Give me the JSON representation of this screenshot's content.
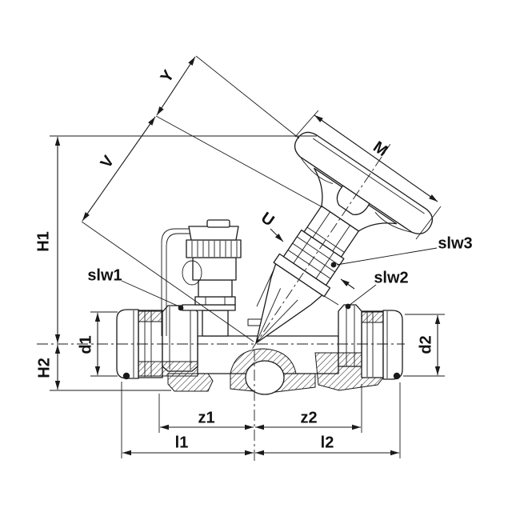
{
  "figure": {
    "type": "technical-dimension-drawing",
    "subject": "angled balancing valve with press connections and handwheel",
    "background": "#ffffff",
    "ink": "#1a1a1a",
    "labels": {
      "y": "Y",
      "v": "V",
      "m": "M",
      "u": "U",
      "h1": "H1",
      "h2": "H2",
      "d1": "d1",
      "d2": "d2",
      "slw1": "slw1",
      "slw2": "slw2",
      "slw3": "slw3",
      "z1": "z1",
      "z2": "z2",
      "l1": "l1",
      "l2": "l2"
    }
  }
}
